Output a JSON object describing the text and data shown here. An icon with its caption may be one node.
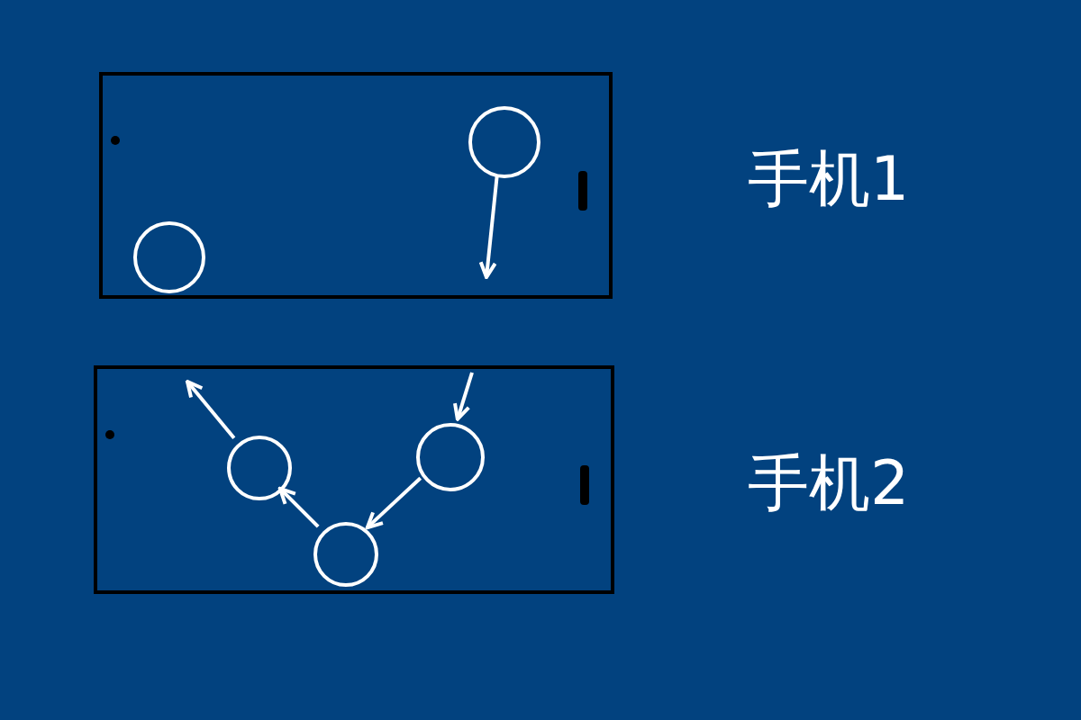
{
  "diagram": {
    "nodes": [
      {
        "text": [],
        "shape": "box",
        "beside": [
          "手机1"
        ]
      },
      {
        "text": [],
        "shape": "circle",
        "in": 0
      },
      {
        "text": [],
        "shape": "circle",
        "in": 0
      },
      {
        "text": [],
        "shape": "box",
        "beside": [
          "手机2"
        ]
      },
      {
        "text": [],
        "shape": "circle",
        "in": 3
      },
      {
        "text": [],
        "shape": "circle",
        "in": 3
      },
      {
        "text": [],
        "shape": "circle",
        "in": 3
      }
    ],
    "edges": [
      {
        "from": 1,
        "to": null,
        "arrow": "to"
      },
      {
        "from": null,
        "to": 5,
        "arrow": "to"
      },
      {
        "from": 5,
        "to": 6,
        "arrow": "to"
      },
      {
        "from": 6,
        "to": 4,
        "arrow": "to"
      },
      {
        "from": 4,
        "to": null,
        "arrow": "to"
      }
    ]
  }
}
